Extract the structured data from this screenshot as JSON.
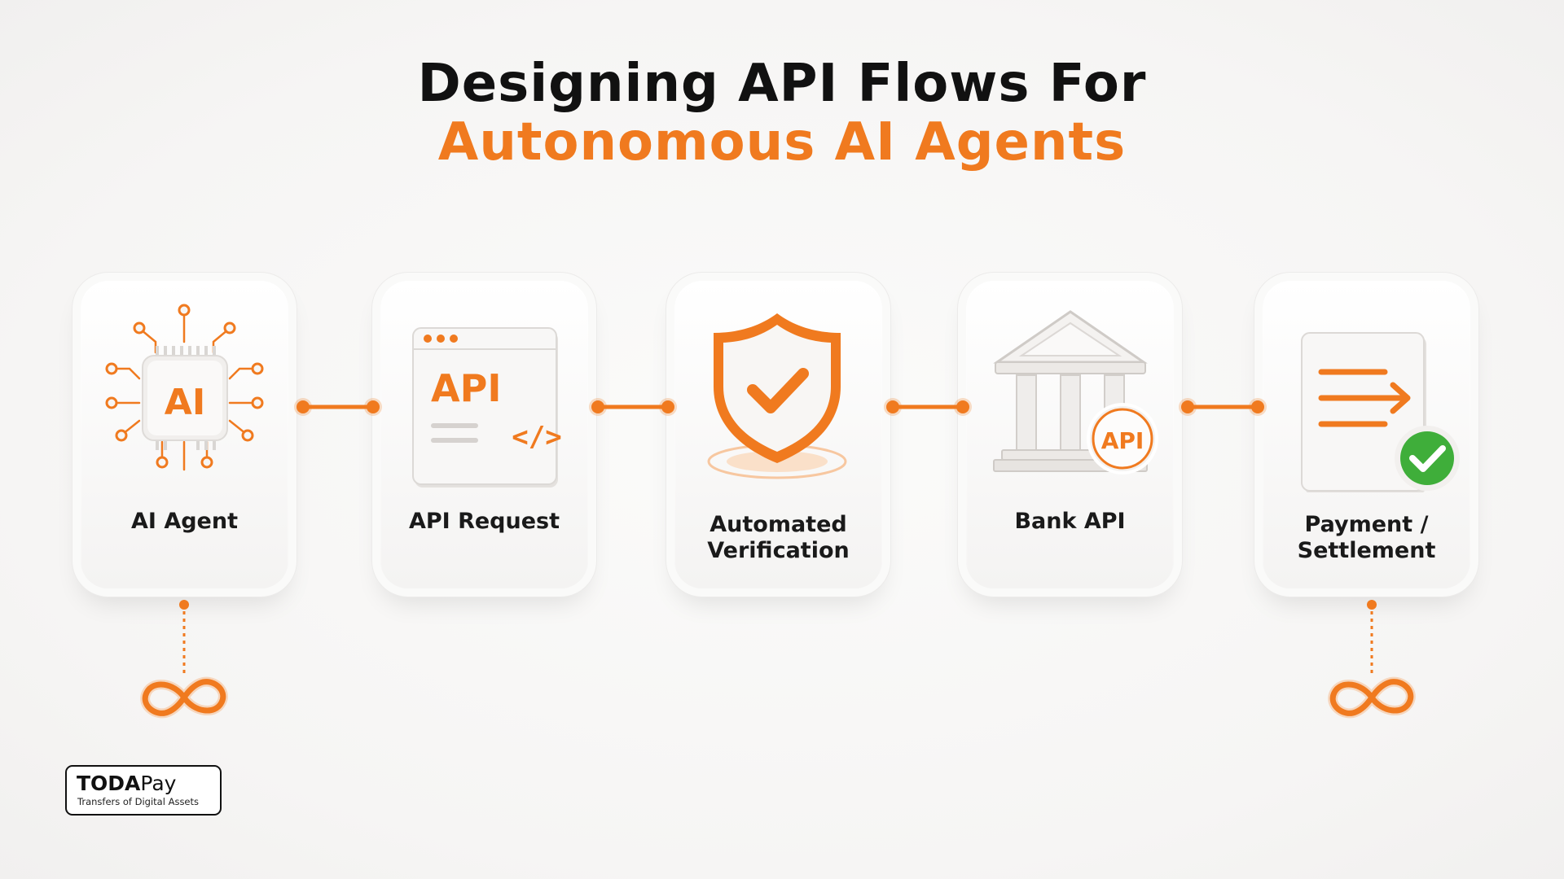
{
  "title": {
    "line1": "Designing API Flows For",
    "line2": "Autonomous AI Agents"
  },
  "colors": {
    "accent": "#f07a1f",
    "text": "#111111",
    "success": "#3fae3a"
  },
  "steps": [
    {
      "label": "AI Agent",
      "icon": "ai-chip-icon",
      "icon_text": "AI"
    },
    {
      "label": "API Request",
      "icon": "api-window-icon",
      "icon_text": "API",
      "code_glyph": "</>"
    },
    {
      "label_line1": "Automated",
      "label_line2": "Verification",
      "icon": "shield-check-icon"
    },
    {
      "label": "Bank API",
      "icon": "bank-icon",
      "badge_text": "API"
    },
    {
      "label_line1": "Payment /",
      "label_line2": "Settlement",
      "icon": "document-check-icon"
    }
  ],
  "loops": [
    {
      "icon": "infinity-icon"
    },
    {
      "icon": "infinity-icon"
    }
  ],
  "brand": {
    "name_bold": "TODA",
    "name_light": "Pay",
    "tagline": "Transfers of Digital Assets"
  }
}
